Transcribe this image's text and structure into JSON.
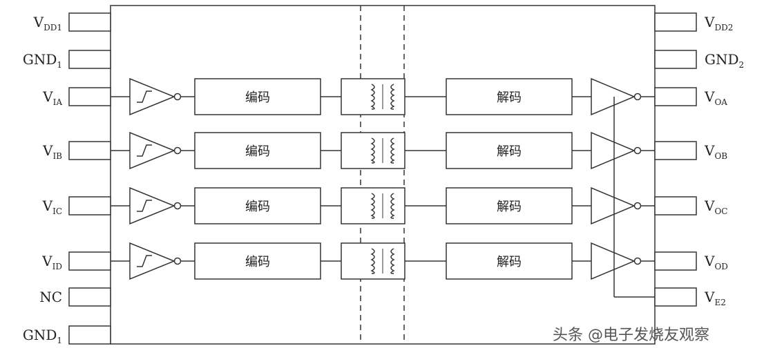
{
  "left_pins": [
    {
      "main": "V",
      "sub": "DD1"
    },
    {
      "main": "GND",
      "sub": "1"
    },
    {
      "main": "V",
      "sub": "IA"
    },
    {
      "main": "V",
      "sub": "IB"
    },
    {
      "main": "V",
      "sub": "IC"
    },
    {
      "main": "V",
      "sub": "ID"
    },
    {
      "main": "NC",
      "sub": ""
    },
    {
      "main": "GND",
      "sub": "1"
    }
  ],
  "right_pins": [
    {
      "main": "V",
      "sub": "DD2"
    },
    {
      "main": "GND",
      "sub": "2"
    },
    {
      "main": "V",
      "sub": "OA"
    },
    {
      "main": "V",
      "sub": "OB"
    },
    {
      "main": "V",
      "sub": "OC"
    },
    {
      "main": "V",
      "sub": "OD"
    },
    {
      "main": "V",
      "sub": "E2"
    }
  ],
  "encoder_label": "编码",
  "decoder_label": "解码",
  "channels": [
    "A",
    "B",
    "C",
    "D"
  ],
  "watermark": "头条 @电子发烧友观察"
}
